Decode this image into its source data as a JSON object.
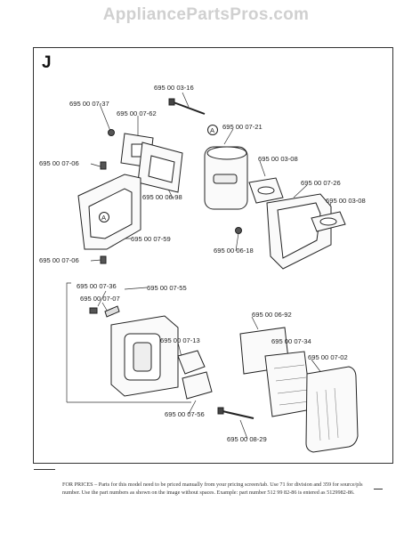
{
  "watermark": "AppliancePartsPros.com",
  "section_letter": "J",
  "callout_marker": "A",
  "parts": {
    "p1": "695 00 03-16",
    "p2": "695 00 07-37",
    "p3": "695 00 07-62",
    "p4": "695 00 07-21",
    "p5": "695 00 07-06",
    "p6": "695 00 03-08",
    "p7": "695 00 06-98",
    "p8": "695 00 07-26",
    "p9": "695 00 03-08",
    "p10": "695 00 07-59",
    "p11": "695 00 06-18",
    "p12": "695 00 07-06",
    "p13": "695 00 07-36",
    "p14": "695 00 07-55",
    "p15": "695 00 07-07",
    "p16": "695 00 06-92",
    "p17": "695 00 07-13",
    "p18": "695 00 07-34",
    "p19": "695 00 07-02",
    "p20": "695 00 07-56",
    "p21": "695 00 08-29"
  },
  "note": "FOR PRICES – Parts for this model need to be priced manually from your pricing screen/tab. Use 71 for division and 359 for source/pls number. Use the part numbers as shown on the image without spaces. Example: part number 512 99 82-86 is entered as 5129982-86."
}
